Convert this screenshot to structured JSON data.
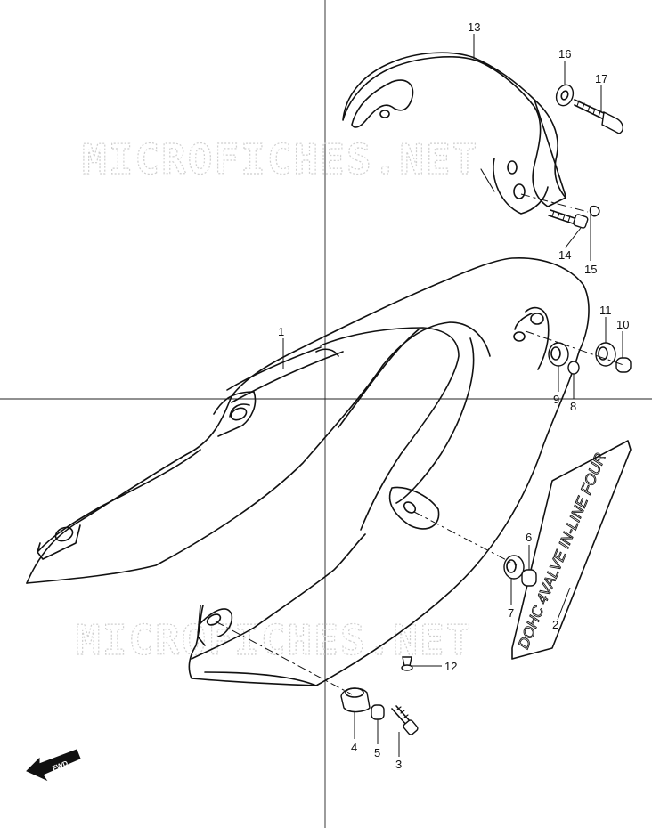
{
  "watermark": "MICROFICHES.NET",
  "decal_text": "DOHC 4VALVE IN-LINE FOUR",
  "fwd_label": "FWD",
  "callouts": {
    "c1": "1",
    "c2": "2",
    "c3": "3",
    "c4": "4",
    "c5": "5",
    "c6": "6",
    "c7": "7",
    "c8": "8",
    "c9": "9",
    "c10": "10",
    "c11": "11",
    "c12": "12",
    "c13": "13",
    "c14": "14",
    "c15": "15",
    "c16": "16",
    "c17": "17"
  }
}
